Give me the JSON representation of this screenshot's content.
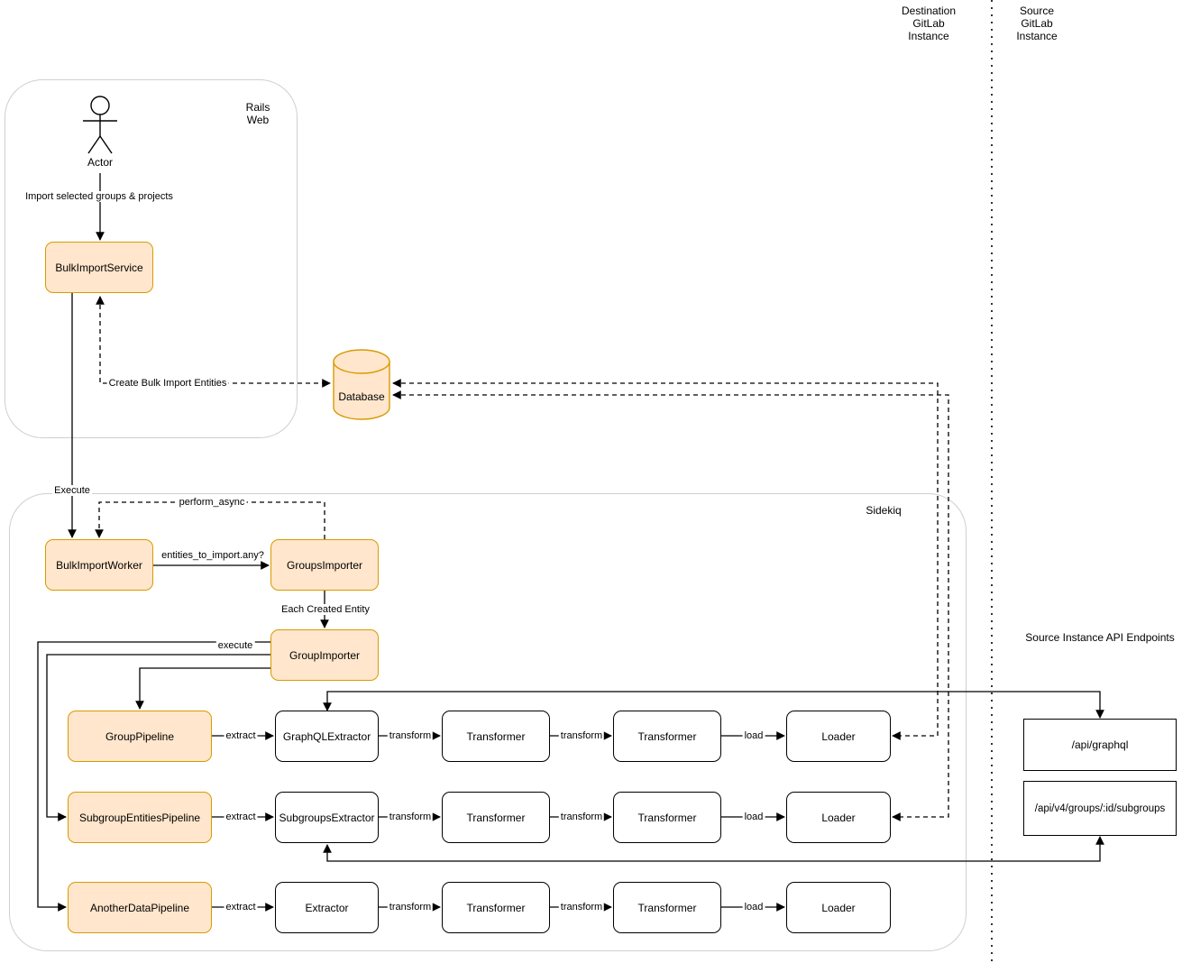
{
  "lanes": {
    "destination": "Destination\nGitLab\nInstance",
    "source": "Source\nGitLab\nInstance"
  },
  "containers": {
    "rails_web": "Rails\nWeb",
    "sidekiq": "Sidekiq"
  },
  "actor": {
    "label": "Actor"
  },
  "nodes": {
    "bulk_import_service": "BulkImportService",
    "database": "Database",
    "bulk_import_worker": "BulkImportWorker",
    "groups_importer": "GroupsImporter",
    "group_importer": "GroupImporter"
  },
  "pipelines": [
    {
      "name": "GroupPipeline",
      "extractor": "GraphQLExtractor"
    },
    {
      "name": "SubgroupEntitiesPipeline",
      "extractor": "SubgroupsExtractor"
    },
    {
      "name": "AnotherDataPipeline",
      "extractor": "Extractor"
    }
  ],
  "shared": {
    "transformer": "Transformer",
    "loader": "Loader"
  },
  "edges": {
    "import_selected": "Import selected groups & projects",
    "create_bulk_import_entities": "Create Bulk Import Entities",
    "execute": "Execute",
    "perform_async": "perform_async",
    "entities_to_import": "entities_to_import.any?",
    "each_created_entity": "Each Created Entity",
    "execute_lower": "execute",
    "extract": "extract",
    "transform": "transform",
    "load": "load"
  },
  "api": {
    "heading": "Source Instance API Endpoints",
    "graphql": "/api/graphql",
    "subgroups": "/api/v4/groups/:id/subgroups"
  },
  "colors": {
    "node_fill": "#FFE6CC",
    "node_stroke": "#D79B00",
    "line": "#000000",
    "container_stroke": "#CFCFCF"
  }
}
